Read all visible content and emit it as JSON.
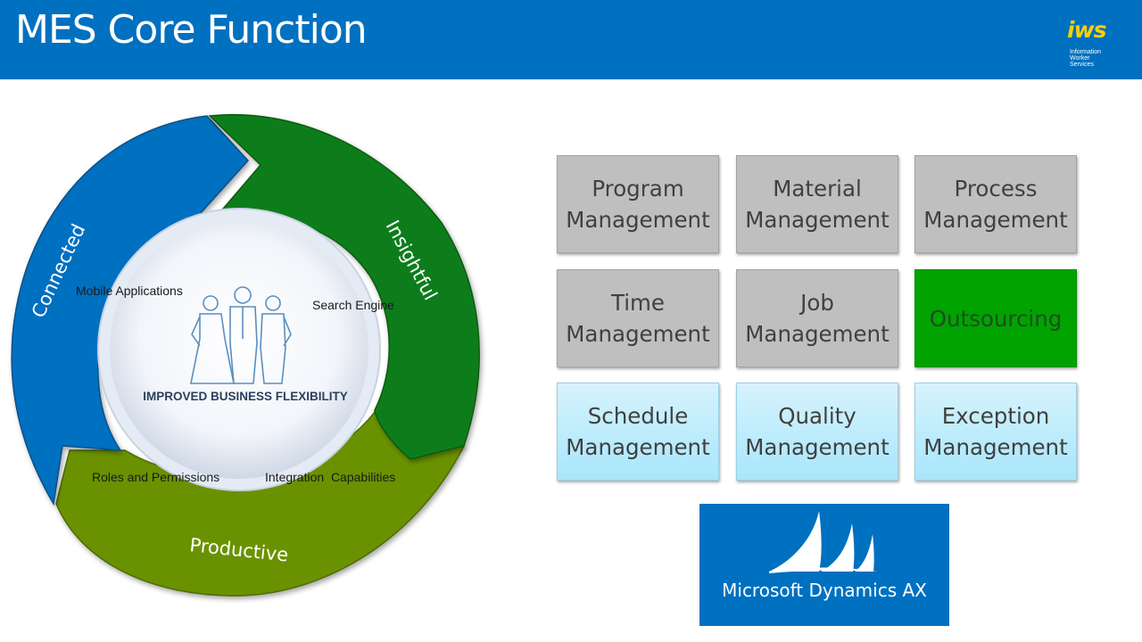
{
  "header": {
    "title": "MES Core Function",
    "logo": {
      "mark": "iws",
      "lines": [
        "Information",
        "Worker",
        "Services"
      ]
    }
  },
  "cycle": {
    "arrows": [
      "Connected",
      "Insightful",
      "Productive"
    ],
    "labels": {
      "mobile": "Mobile Applications",
      "search": "Search Engine",
      "roles": "Roles and Permissions",
      "integration": "Integration  Capabilities"
    },
    "center_text": "IMPROVED BUSINESS FLEXIBILITY",
    "center_icon": "people-icon"
  },
  "tiles": [
    {
      "label": "Program\nManagement",
      "style": "gray"
    },
    {
      "label": "Material\nManagement",
      "style": "gray"
    },
    {
      "label": "Process\nManagement",
      "style": "gray"
    },
    {
      "label": "Time\nManagement",
      "style": "gray"
    },
    {
      "label": "Job\nManagement",
      "style": "gray"
    },
    {
      "label": "Outsourcing",
      "style": "green"
    },
    {
      "label": "Schedule\nManagement",
      "style": "blue"
    },
    {
      "label": "Quality\nManagement",
      "style": "blue"
    },
    {
      "label": "Exception\nManagement",
      "style": "blue"
    }
  ],
  "dynamics": {
    "label": "Microsoft Dynamics AX",
    "icon": "sails-logo-icon"
  },
  "colors": {
    "header": "#0070c0",
    "connected": "#0070c0",
    "insightful": "#117d1a",
    "productive": "#6a9200",
    "outsourcing": "#00a300",
    "tile_gray": "#bfbfbf"
  }
}
